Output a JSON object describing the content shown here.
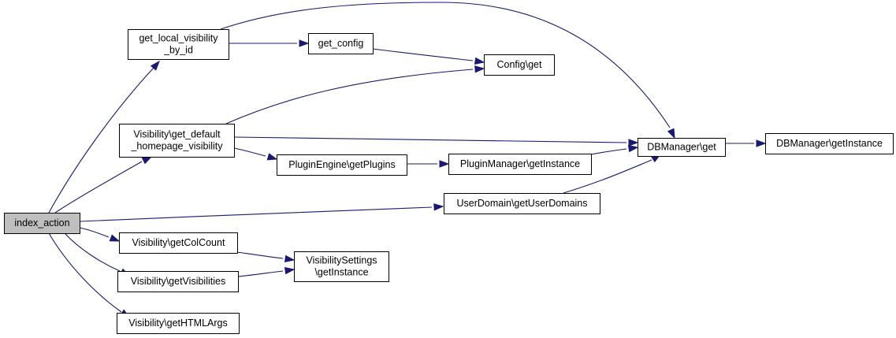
{
  "colors": {
    "edge": "#191970",
    "node_fill": "#ffffff",
    "node_highlight_fill": "#bfbfbf",
    "node_border": "#000000"
  },
  "nodes": {
    "index_action": {
      "lines": [
        "index_action"
      ],
      "highlight": true
    },
    "get_local_visibility_by_id": {
      "lines": [
        "get_local_visibility",
        "_by_id"
      ]
    },
    "get_config": {
      "lines": [
        "get_config"
      ]
    },
    "config_get": {
      "lines": [
        "Config\\get"
      ]
    },
    "visibility_get_default_homepage_visibility": {
      "lines": [
        "Visibility\\get_default",
        "_homepage_visibility"
      ]
    },
    "dbmanager_get": {
      "lines": [
        "DBManager\\get"
      ]
    },
    "dbmanager_getinstance": {
      "lines": [
        "DBManager\\getInstance"
      ]
    },
    "pluginengine_getplugins": {
      "lines": [
        "PluginEngine\\getPlugins"
      ]
    },
    "pluginmanager_getinstance": {
      "lines": [
        "PluginManager\\getInstance"
      ]
    },
    "userdomain_getuserdomains": {
      "lines": [
        "UserDomain\\getUserDomains"
      ]
    },
    "visibility_getcolcount": {
      "lines": [
        "Visibility\\getColCount"
      ]
    },
    "visibilitysettings_getinstance": {
      "lines": [
        "VisibilitySettings",
        "\\getInstance"
      ]
    },
    "visibility_getvisibilities": {
      "lines": [
        "Visibility\\getVisibilities"
      ]
    },
    "visibility_gethtmlargs": {
      "lines": [
        "Visibility\\getHTMLArgs"
      ]
    }
  },
  "edges": [
    {
      "from": "index_action",
      "to": "get_local_visibility_by_id"
    },
    {
      "from": "index_action",
      "to": "visibility_get_default_homepage_visibility"
    },
    {
      "from": "index_action",
      "to": "userdomain_getuserdomains"
    },
    {
      "from": "index_action",
      "to": "visibility_getcolcount"
    },
    {
      "from": "index_action",
      "to": "visibility_getvisibilities"
    },
    {
      "from": "index_action",
      "to": "visibility_gethtmlargs"
    },
    {
      "from": "get_local_visibility_by_id",
      "to": "get_config"
    },
    {
      "from": "get_local_visibility_by_id",
      "to": "dbmanager_get"
    },
    {
      "from": "get_config",
      "to": "config_get"
    },
    {
      "from": "visibility_get_default_homepage_visibility",
      "to": "config_get"
    },
    {
      "from": "visibility_get_default_homepage_visibility",
      "to": "dbmanager_get"
    },
    {
      "from": "visibility_get_default_homepage_visibility",
      "to": "pluginengine_getplugins"
    },
    {
      "from": "pluginengine_getplugins",
      "to": "pluginmanager_getinstance"
    },
    {
      "from": "pluginmanager_getinstance",
      "to": "dbmanager_get"
    },
    {
      "from": "userdomain_getuserdomains",
      "to": "dbmanager_get"
    },
    {
      "from": "dbmanager_get",
      "to": "dbmanager_getinstance"
    },
    {
      "from": "visibility_getcolcount",
      "to": "visibilitysettings_getinstance"
    },
    {
      "from": "visibility_getvisibilities",
      "to": "visibilitysettings_getinstance"
    }
  ]
}
